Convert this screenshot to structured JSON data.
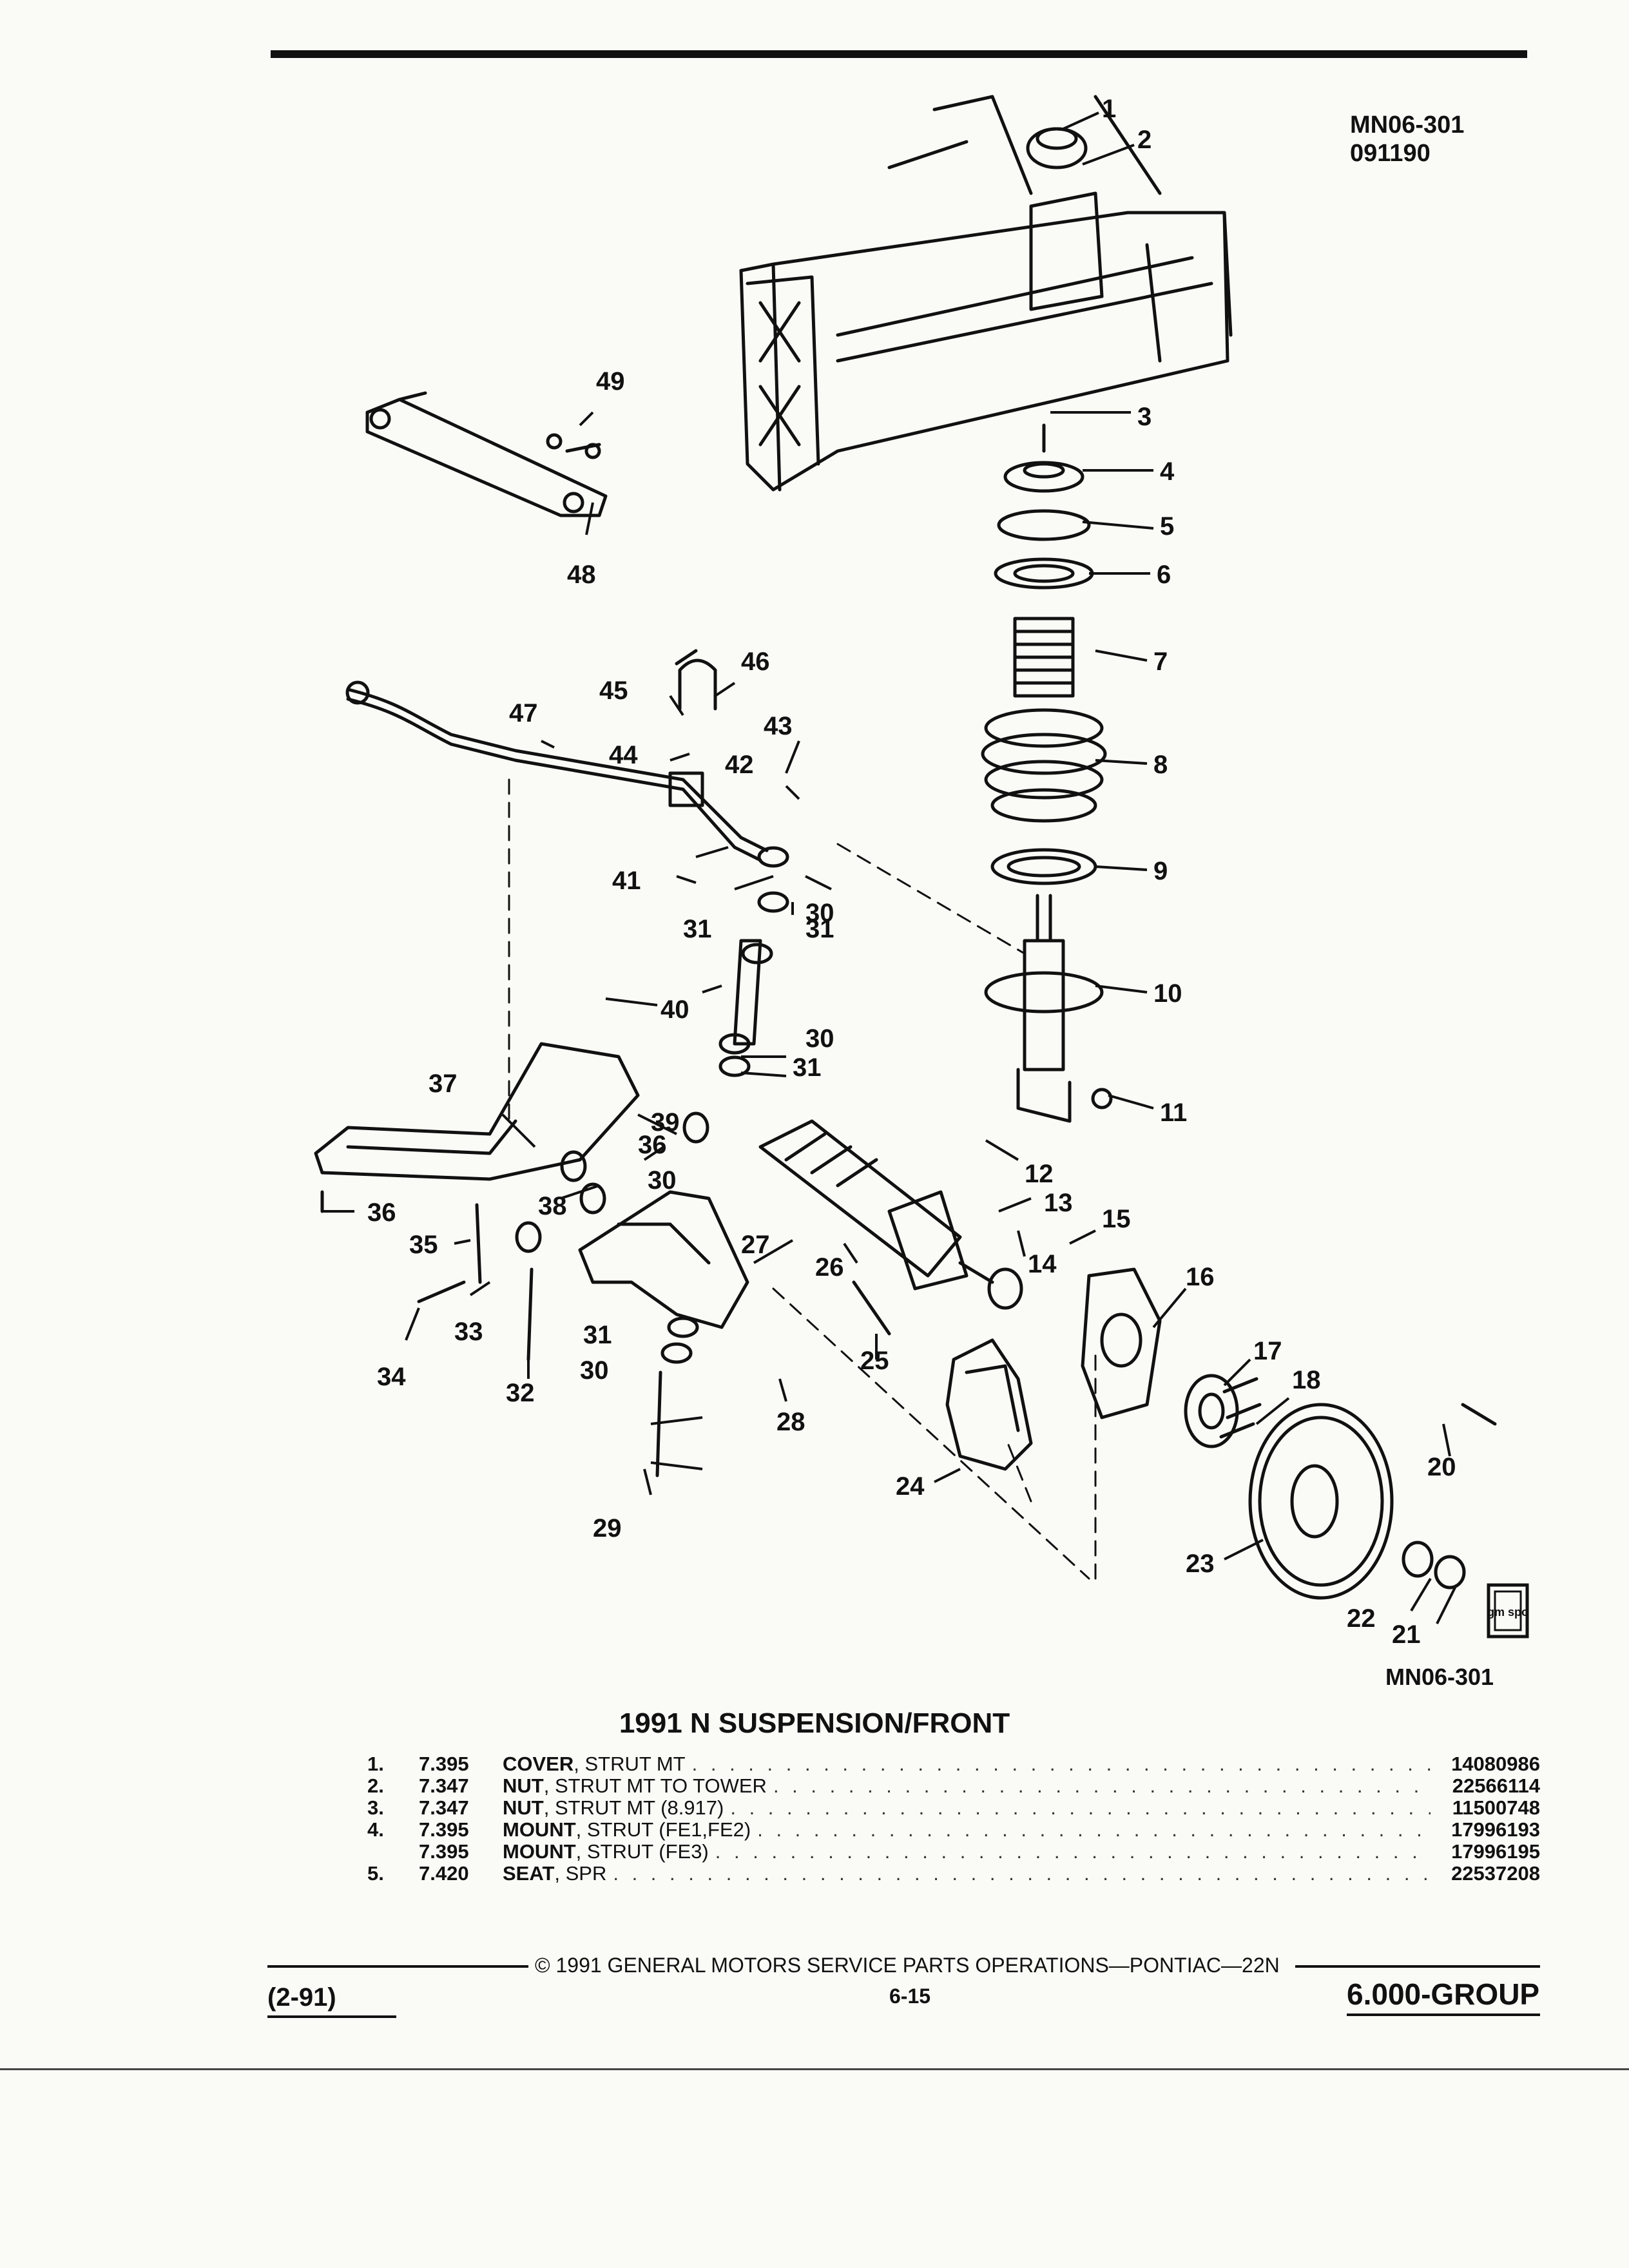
{
  "header": {
    "code": "MN06-301",
    "date": "091190"
  },
  "diagram": {
    "callouts": [
      "1",
      "2",
      "3",
      "4",
      "5",
      "6",
      "7",
      "8",
      "9",
      "10",
      "11",
      "12",
      "13",
      "14",
      "15",
      "16",
      "17",
      "18",
      "20",
      "21",
      "22",
      "23",
      "24",
      "25",
      "26",
      "27",
      "28",
      "29",
      "30",
      "30",
      "30",
      "30",
      "31",
      "31",
      "31",
      "31",
      "32",
      "33",
      "34",
      "35",
      "36",
      "36",
      "37",
      "38",
      "39",
      "40",
      "41",
      "42",
      "43",
      "44",
      "45",
      "46",
      "47",
      "48",
      "49"
    ],
    "logo_text": "gm spo"
  },
  "figure_code": "MN06-301",
  "title": "1991 N SUSPENSION/FRONT",
  "parts": [
    {
      "num": "1.",
      "code": "7.395",
      "name": "COVER",
      "desc": ", STRUT MT",
      "part": "14080986"
    },
    {
      "num": "2.",
      "code": "7.347",
      "name": "NUT",
      "desc": ", STRUT MT TO TOWER",
      "part": "22566114"
    },
    {
      "num": "3.",
      "code": "7.347",
      "name": "NUT",
      "desc": ", STRUT MT (8.917)",
      "part": "11500748"
    },
    {
      "num": "4.",
      "code": "7.395",
      "name": "MOUNT",
      "desc": ", STRUT (FE1,FE2)",
      "part": "17996193"
    },
    {
      "num": "",
      "code": "7.395",
      "name": "MOUNT",
      "desc": ", STRUT (FE3)",
      "part": "17996195"
    },
    {
      "num": "5.",
      "code": "7.420",
      "name": "SEAT",
      "desc": ", SPR",
      "part": "22537208"
    }
  ],
  "footer": {
    "copyright": "© 1991 GENERAL MOTORS SERVICE PARTS OPERATIONS—PONTIAC—22N",
    "page": "6-15",
    "revision": "(2-91)",
    "group": "6.000-GROUP"
  }
}
